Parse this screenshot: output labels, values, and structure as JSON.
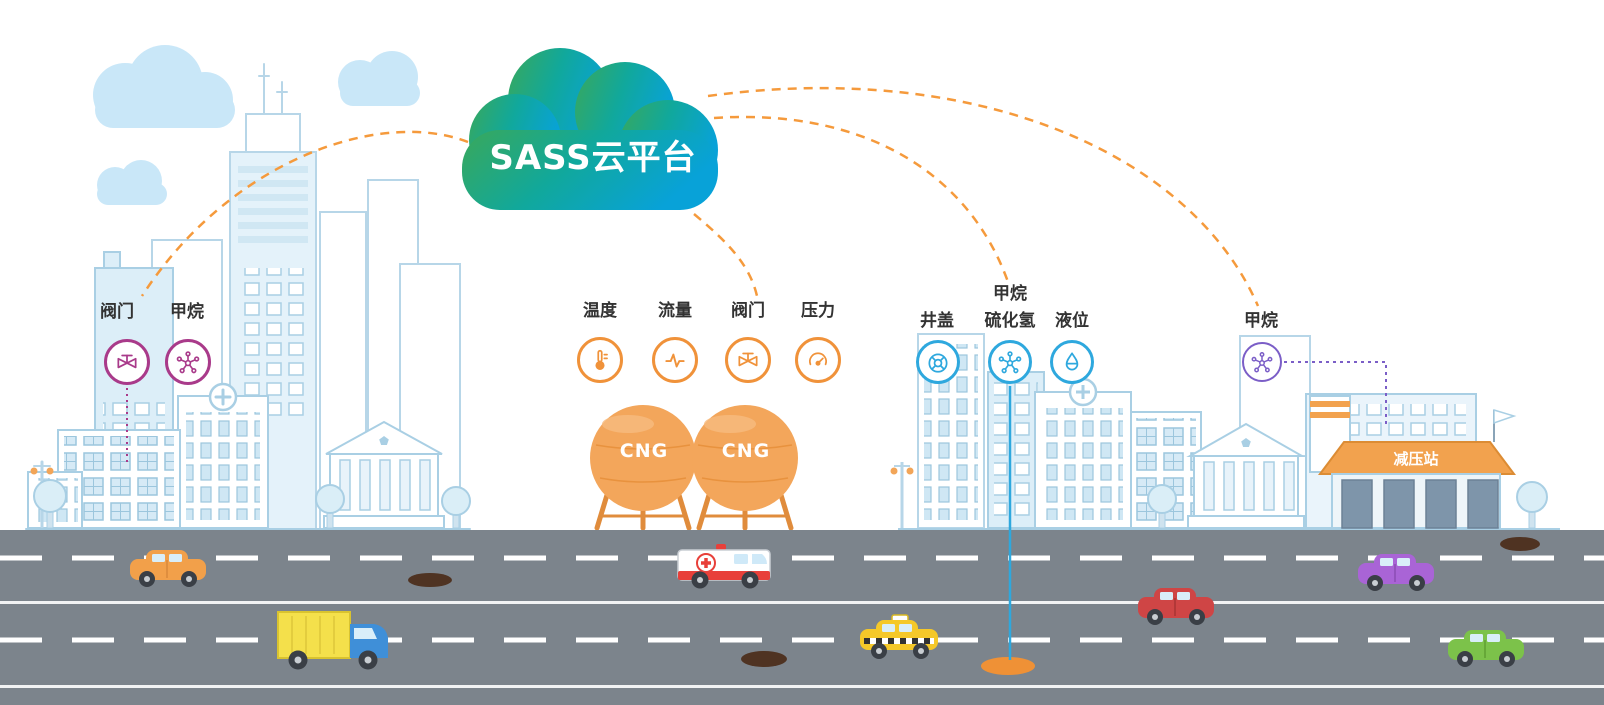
{
  "colors": {
    "cloud_green": "#3aa85a",
    "cloud_teal": "#11a89b",
    "cloud_blue": "#08a2d8",
    "link_orange": "#f59a3c",
    "group_city_left": "#a93a8a",
    "group_cng": "#f0923a",
    "group_city_right": "#2ea8de",
    "group_station": "#7b5ec7",
    "road_gray": "#7c848c",
    "tank_orange": "#f3a65b"
  },
  "cloud": {
    "title": "SASS云平台"
  },
  "city_left": {
    "valve_label": "阀门",
    "methane_label": "甲烷"
  },
  "cng_station": {
    "temperature_label": "温度",
    "flow_label": "流量",
    "valve_label": "阀门",
    "pressure_label": "压力",
    "tank_label": "CNG"
  },
  "city_right": {
    "manhole_label": "井盖",
    "methane_label": "甲烷",
    "h2s_label": "硫化氢",
    "level_label": "液位"
  },
  "pressure_station": {
    "methane_label": "甲烷",
    "building_label": "减压站"
  }
}
